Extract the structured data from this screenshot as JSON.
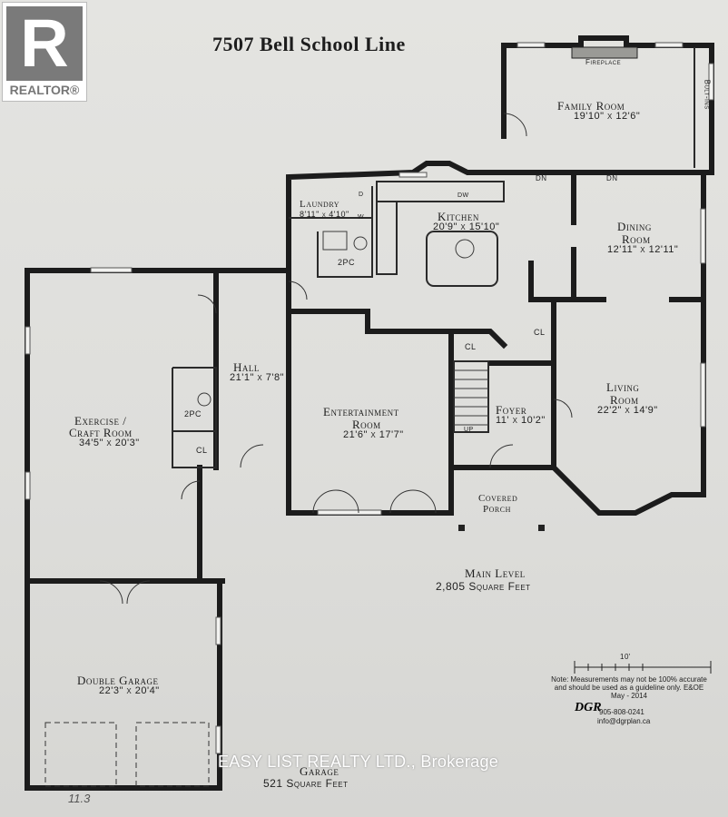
{
  "title": "7507 Bell School Line",
  "logo": {
    "letter": "R",
    "word": "REALTOR",
    "mark": "®"
  },
  "rooms": {
    "family": {
      "name": "Family Room",
      "dim": "19'10\" x 12'6\""
    },
    "fireplace": "Fireplace",
    "builtins": "Bult-ins",
    "laundry": {
      "name": "Laundry",
      "dim": "8'11\" x 4'10\""
    },
    "kitchen": {
      "name": "Kitchen",
      "dim": "20'9\" x 15'10\""
    },
    "dining": {
      "name": "Dining",
      "name2": "Room",
      "dim": "12'11\" x 12'11\""
    },
    "hall": {
      "name": "Hall",
      "dim": "21'1\" x 7'8\""
    },
    "entertainment": {
      "name": "Entertainment",
      "name2": "Room",
      "dim": "21'6\" x 17'7\""
    },
    "foyer": {
      "name": "Foyer",
      "dim": "11' x 10'2\""
    },
    "living": {
      "name": "Living",
      "name2": "Room",
      "dim": "22'2\" x 14'9\""
    },
    "exercise": {
      "name": "Exercise /",
      "name2": "Craft Room",
      "dim": "34'5\" x 20'3\""
    },
    "garage": {
      "name": "Double Garage",
      "dim": "22'3\" x 20'4\""
    },
    "porch": {
      "name": "Covered",
      "name2": "Porch"
    }
  },
  "small_labels": {
    "pc_laundry": "2PC",
    "pc_hall": "2PC",
    "cl_hall": "CL",
    "cl_foyer": "CL",
    "cl_stair": "CL",
    "up": "UP",
    "dn1": "DN",
    "dn2": "DN",
    "d": "D",
    "w": "W",
    "dw": "DW"
  },
  "totals": {
    "main_label": "Main Level",
    "main_area": "2,805 Square Feet",
    "garage_label": "Garage",
    "garage_area": "521 Square Feet"
  },
  "scale_label": "10'",
  "note_lines": [
    "Note: Measurements may not be 100% accurate",
    "and should be used as a guideline only. E&OE",
    "May - 2014"
  ],
  "brand": "DGR",
  "phone": "905-808-0241",
  "email": "info@dgrplan.ca",
  "watermark": "EASY LIST REALTY LTD., Brokerage",
  "handwritten": "11.3"
}
